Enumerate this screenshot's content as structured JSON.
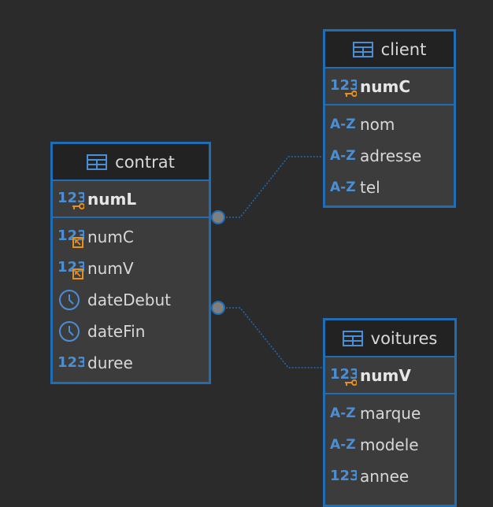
{
  "colors": {
    "background": "#2b2b2b",
    "entity_border": "#1f6db5",
    "header_bg": "#222222",
    "body_bg": "#3c3c3c",
    "text": "#d8d8d8",
    "type_icon": "#4a8fd6",
    "key_badge": "#e8901c",
    "link_line": "#1f6db5",
    "connector_dot": "#7f7f7f"
  },
  "entities": {
    "client": {
      "title": "client",
      "pk": {
        "name": "numC",
        "type_text": "123",
        "icon": "primary-key-numeric-icon"
      },
      "columns": [
        {
          "name": "nom",
          "type_text": "A-Z",
          "icon": "string-type-icon"
        },
        {
          "name": "adresse",
          "type_text": "A-Z",
          "icon": "string-type-icon"
        },
        {
          "name": "tel",
          "type_text": "A-Z",
          "icon": "string-type-icon"
        }
      ]
    },
    "contrat": {
      "title": "contrat",
      "pk": {
        "name": "numL",
        "type_text": "123",
        "icon": "primary-key-numeric-icon"
      },
      "columns": [
        {
          "name": "numC",
          "type_text": "123",
          "icon": "foreign-key-numeric-icon"
        },
        {
          "name": "numV",
          "type_text": "123",
          "icon": "foreign-key-numeric-icon"
        },
        {
          "name": "dateDebut",
          "type_text": "",
          "icon": "clock-icon"
        },
        {
          "name": "dateFin",
          "type_text": "",
          "icon": "clock-icon"
        },
        {
          "name": "duree",
          "type_text": "123",
          "icon": "numeric-type-icon"
        }
      ]
    },
    "voitures": {
      "title": "voitures",
      "pk": {
        "name": "numV",
        "type_text": "123",
        "icon": "primary-key-numeric-icon"
      },
      "columns": [
        {
          "name": "marque",
          "type_text": "A-Z",
          "icon": "string-type-icon"
        },
        {
          "name": "modele",
          "type_text": "A-Z",
          "icon": "string-type-icon"
        },
        {
          "name": "annee",
          "type_text": "123",
          "icon": "numeric-type-icon"
        }
      ]
    }
  },
  "relationships": [
    {
      "from": "contrat",
      "to": "client",
      "style": "dotted"
    },
    {
      "from": "contrat",
      "to": "voitures",
      "style": "dotted"
    }
  ]
}
